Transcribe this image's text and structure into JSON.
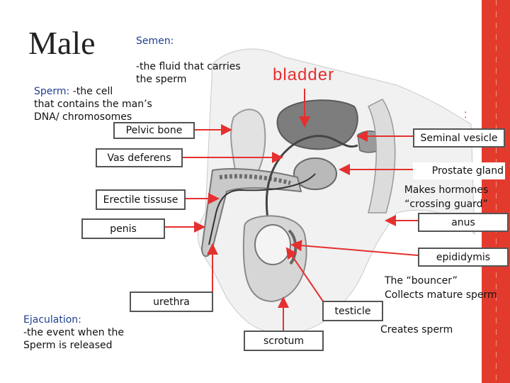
{
  "title": "Male",
  "semen_note": {
    "term": "Semen:",
    "text": "-the fluid that carries\n the sperm"
  },
  "sperm_note": {
    "term": "Sperm:",
    "text": " -the cell\nthat contains the man’s\nDNA/ chromosomes"
  },
  "ejaculation_note": {
    "term": "Ejaculation:",
    "text": "\n-the event when the\nSperm is released"
  },
  "bladder_label": "bladder",
  "labels": {
    "pelvic_bone": "Pelvic bone",
    "vas_deferens": "Vas deferens",
    "erectile_tissue": "Erectile tissuse",
    "penis": "penis",
    "urethra": "urethra",
    "scrotum": "scrotum",
    "testicle": "testicle",
    "seminal_vesicle": "Seminal vesicle",
    "prostate_gland": "Prostate gland",
    "prostate_note": "Makes hormones\n“crossing guard”",
    "anus": "anus",
    "epididymis": "epididymis",
    "epididymis_note": "The “bouncer”\nCollects mature sperm",
    "testicle_note": "Creates sperm"
  },
  "colors": {
    "accent": "#e23b2e",
    "arrow": "#e53030",
    "organ_gray": "#8a8a8a"
  }
}
